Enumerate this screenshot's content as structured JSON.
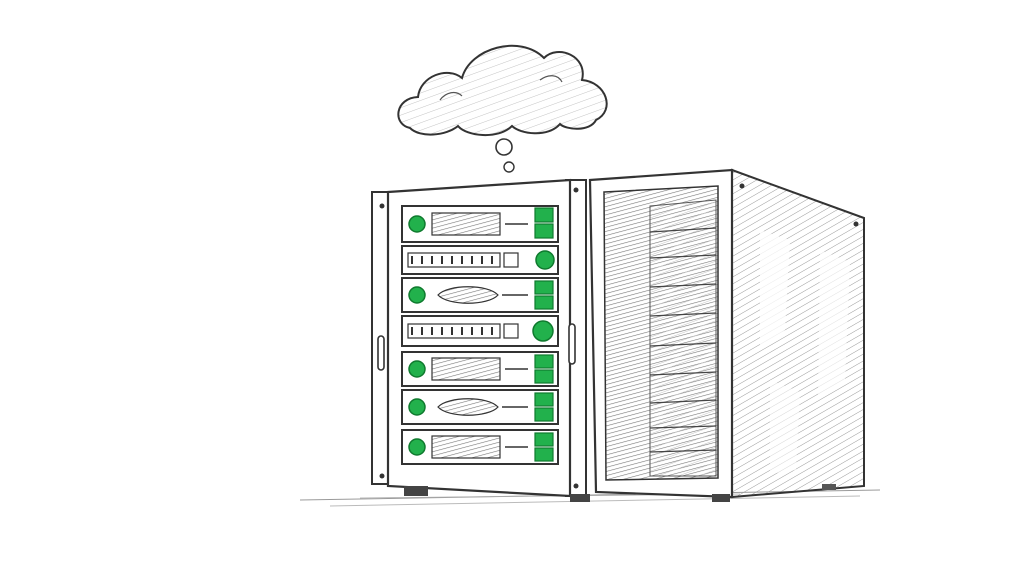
{
  "scene": {
    "style": "pencil-sketch",
    "subject": "server-rack-with-thought-cloud",
    "elements": {
      "cloud": {
        "icon": "thought-cloud-icon",
        "bubbles": 2
      },
      "rack": {
        "icon": "server-rack-icon",
        "door_handles": 2,
        "units": [
          {
            "kind": "drive-bay",
            "leds": 1,
            "indicator_squares": 2
          },
          {
            "kind": "switch",
            "leds": 1,
            "indicator_squares": 0
          },
          {
            "kind": "vent-bay",
            "leds": 1,
            "indicator_squares": 2
          },
          {
            "kind": "switch",
            "leds": 1,
            "indicator_squares": 0
          },
          {
            "kind": "drive-bay",
            "leds": 1,
            "indicator_squares": 2
          },
          {
            "kind": "vent-bay",
            "leds": 1,
            "indicator_squares": 2
          },
          {
            "kind": "drive-bay",
            "leds": 1,
            "indicator_squares": 2
          }
        ]
      },
      "open_cabinet": {
        "icon": "open-cabinet-icon",
        "shelves": 9
      }
    }
  },
  "colors": {
    "ink": "#2e2e2e",
    "shade": "#8d8d8d",
    "light_shade": "#c9c9c9",
    "paper": "#ffffff",
    "accent_green": "#22b14c",
    "accent_green_dark": "#0f7a2e"
  }
}
